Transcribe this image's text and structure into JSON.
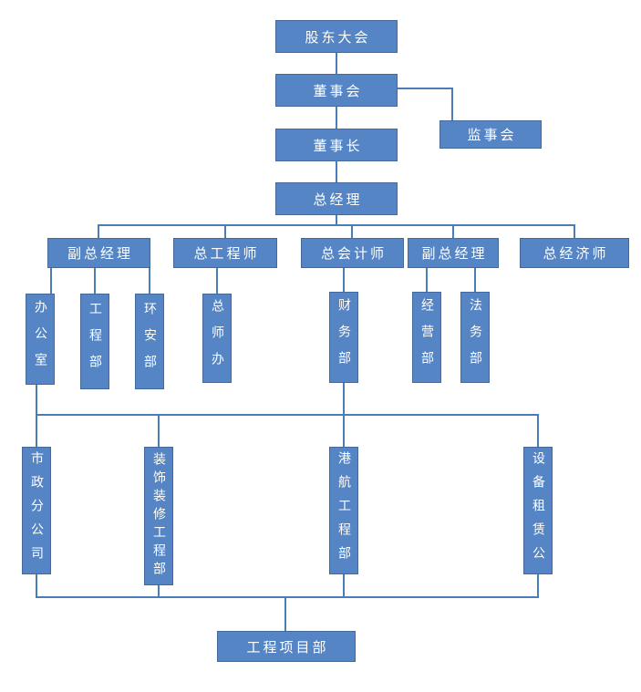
{
  "diagram": {
    "type": "org-chart",
    "colors": {
      "box_fill": "#5585C4",
      "box_border": "#44699D",
      "line": "#4A7EBB",
      "text": "#FFFFFF",
      "background": "#FFFFFF"
    },
    "nodes": {
      "shareholders_meeting": {
        "label": "股东大会"
      },
      "board_of_directors": {
        "label": "董事会"
      },
      "supervisory_board": {
        "label": "监事会"
      },
      "chairman": {
        "label": "董事长"
      },
      "general_manager": {
        "label": "总经理"
      },
      "deputy_gm_left": {
        "label": "副总经理"
      },
      "chief_engineer": {
        "label": "总工程师"
      },
      "chief_accountant": {
        "label": "总会计师"
      },
      "deputy_gm_right": {
        "label": "副总经理"
      },
      "chief_economist": {
        "label": "总经济师"
      },
      "office": {
        "label": "办公室"
      },
      "engineering_dept": {
        "label": "工程部"
      },
      "env_safety_dept": {
        "label": "环安部"
      },
      "chief_engineer_office": {
        "label": "总师办"
      },
      "finance_dept": {
        "label": "财务部"
      },
      "operations_dept": {
        "label": "经营部"
      },
      "legal_dept": {
        "label": "法务部"
      },
      "municipal_branch": {
        "label": "市政分公司"
      },
      "decoration_dept": {
        "label": "装饰装修工程部"
      },
      "port_eng_dept": {
        "label": "港航工程部"
      },
      "equipment_leasing": {
        "label": "设备租赁公司"
      },
      "project_dept": {
        "label": "工程项目部"
      }
    },
    "edges": [
      [
        "shareholders_meeting",
        "board_of_directors"
      ],
      [
        "board_of_directors",
        "supervisory_board"
      ],
      [
        "board_of_directors",
        "chairman"
      ],
      [
        "chairman",
        "general_manager"
      ],
      [
        "general_manager",
        "deputy_gm_left"
      ],
      [
        "general_manager",
        "chief_engineer"
      ],
      [
        "general_manager",
        "chief_accountant"
      ],
      [
        "general_manager",
        "deputy_gm_right"
      ],
      [
        "general_manager",
        "chief_economist"
      ],
      [
        "deputy_gm_left",
        "office"
      ],
      [
        "deputy_gm_left",
        "engineering_dept"
      ],
      [
        "deputy_gm_left",
        "env_safety_dept"
      ],
      [
        "chief_engineer",
        "chief_engineer_office"
      ],
      [
        "chief_accountant",
        "finance_dept"
      ],
      [
        "deputy_gm_right",
        "operations_dept"
      ],
      [
        "deputy_gm_right",
        "legal_dept"
      ],
      [
        "office",
        "bus_upper"
      ],
      [
        "finance_dept",
        "bus_upper"
      ],
      [
        "bus_upper",
        "municipal_branch"
      ],
      [
        "bus_upper",
        "decoration_dept"
      ],
      [
        "bus_upper",
        "port_eng_dept"
      ],
      [
        "bus_upper",
        "equipment_leasing"
      ],
      [
        "municipal_branch",
        "bus_lower"
      ],
      [
        "decoration_dept",
        "bus_lower"
      ],
      [
        "port_eng_dept",
        "bus_lower"
      ],
      [
        "equipment_leasing",
        "bus_lower"
      ],
      [
        "bus_lower",
        "project_dept"
      ]
    ]
  }
}
